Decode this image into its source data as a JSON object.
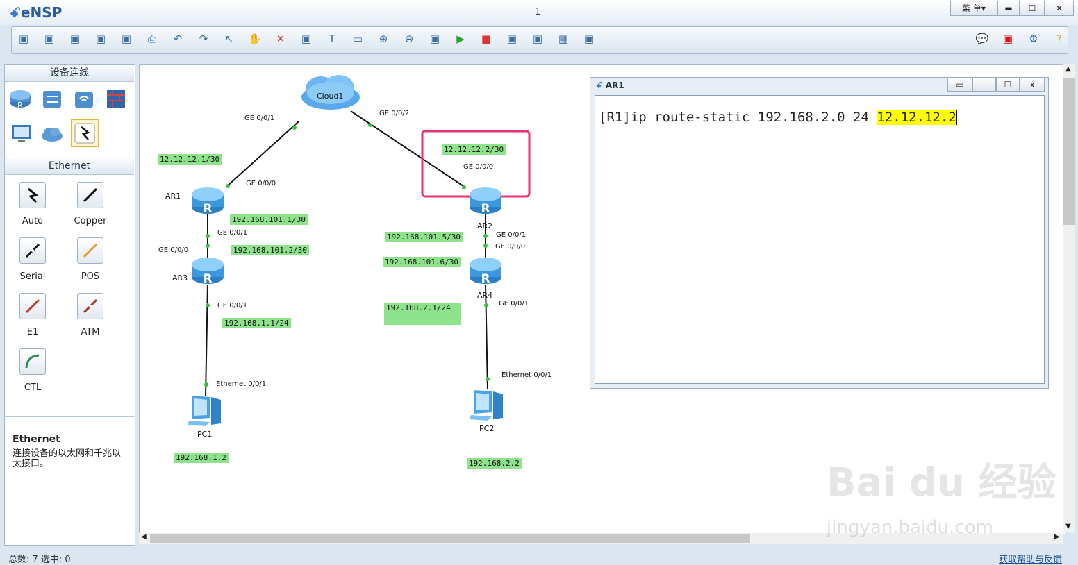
{
  "app": {
    "title": "eNSP",
    "window_number": "1",
    "menu_label": "菜 单▾",
    "minimize": "▬",
    "maximize": "☐",
    "close": "✕"
  },
  "toolbar": {
    "icons": [
      "new-topology-icon",
      "new-topology-alt-icon",
      "open-icon",
      "save-icon",
      "save-as-icon",
      "print-icon",
      "undo-icon",
      "redo-icon",
      "select-icon",
      "pan-hand-icon",
      "delete-icon",
      "delete-link-icon",
      "text-icon",
      "rectangle-icon",
      "zoom-in-icon",
      "zoom-out-icon",
      "fit-icon",
      "start-icon",
      "stop-icon",
      "capture-icon",
      "topology-icon",
      "grid-icon",
      "console-icon",
      "chat-icon",
      "huawei-icon",
      "settings-icon",
      "help-icon"
    ]
  },
  "left_panel": {
    "devices_header": "设备连线",
    "cables_header": "Ethernet",
    "cables": [
      "Auto",
      "Copper",
      "Serial",
      "POS",
      "E1",
      "ATM",
      "CTL"
    ],
    "desc_title": "Ethernet",
    "desc_text": "连接设备的以太网和千兆以太接口。"
  },
  "topology": {
    "cloud": "Cloud1",
    "devices": {
      "ar1": "AR1",
      "ar2": "AR2",
      "ar3": "AR3",
      "ar4": "AR4",
      "pc1": "PC1",
      "pc2": "PC2"
    },
    "ports": {
      "cloud_left": "GE 0/0/1",
      "cloud_right": "GE 0/0/2",
      "ar1_up": "GE 0/0/0",
      "ar1_down": "GE 0/0/1",
      "ar3_up": "GE 0/0/0",
      "ar3_down": "GE 0/0/1",
      "ar2_up": "GE 0/0/0",
      "ar2_down": "GE 0/0/1",
      "ar4_up": "GE 0/0/0",
      "ar4_down": "GE 0/0/1",
      "pc1": "Ethernet 0/0/1",
      "pc2": "Ethernet 0/0/1"
    },
    "ips": {
      "ar1_cloud": "12.12.12.1/30",
      "ar2_cloud": "12.12.12.2/30",
      "ar1_ar3": "192.168.101.1/30",
      "ar3_ar1": "192.168.101.2/30",
      "ar2_ar4": "192.168.101.5/30",
      "ar4_ar2": "192.168.101.6/30",
      "ar3_lan": "192.168.1.1/24",
      "ar4_lan": "192.168.2.1/24",
      "pc1": "192.168.1.2",
      "pc2": "192.168.2.2"
    },
    "highlight_color": "#e8336b"
  },
  "console": {
    "title": "AR1",
    "command": "[R1]ip route-static 192.168.2.0 24 ",
    "command_highlight": "12.12.12.2"
  },
  "status": {
    "left": "总数: 7  选中: 0",
    "right": "获取帮助与反馈"
  },
  "watermark": {
    "main": "Bai du 经验",
    "sub": "jingyan.baidu.com"
  }
}
